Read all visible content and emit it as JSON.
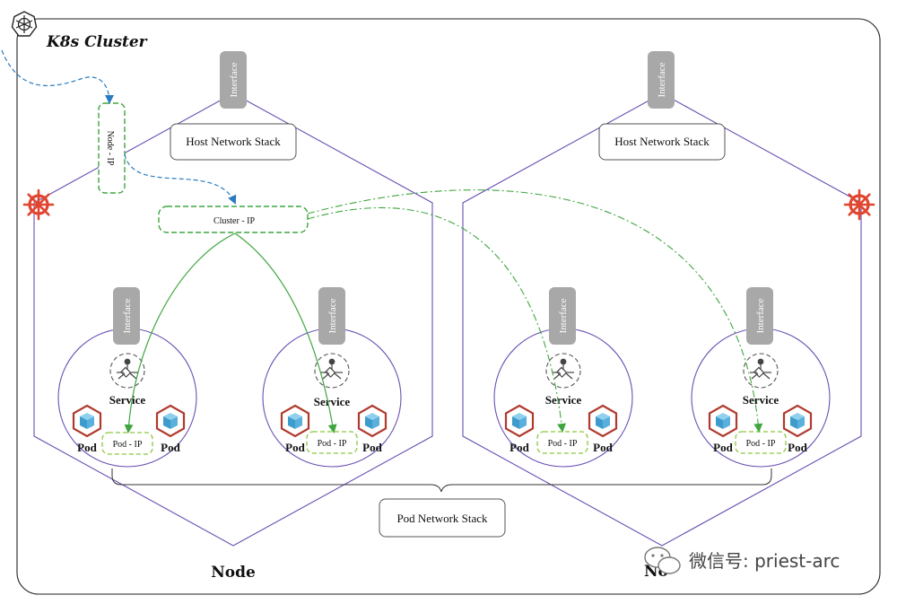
{
  "cluster": {
    "title": "K8s Cluster"
  },
  "labels": {
    "interface": "Interface",
    "host_network_stack": "Host Network Stack",
    "node_ip": "Node - IP",
    "cluster_ip": "Cluster - IP",
    "service": "Service",
    "pod": "Pod",
    "pod_ip": "Pod - IP",
    "pod_network_stack": "Pod Network Stack",
    "node": "Node",
    "node_partial": "No"
  },
  "watermark": {
    "text": "微信号: priest-arc"
  },
  "colors": {
    "node_outline": "#6a4fb3",
    "green_flow": "#3fa63f",
    "blue_flow": "#2a7bbf",
    "interface_fill": "#a8a8a8",
    "k8s_helm": "#e0452f",
    "pod_cube": "#b03a2e",
    "pod_cube_inner": "#5ab0dc"
  },
  "icons": [
    "kubernetes-logo-icon",
    "helm-wheel-icon",
    "pod-cube-icon",
    "service-icon",
    "wechat-icon"
  ]
}
